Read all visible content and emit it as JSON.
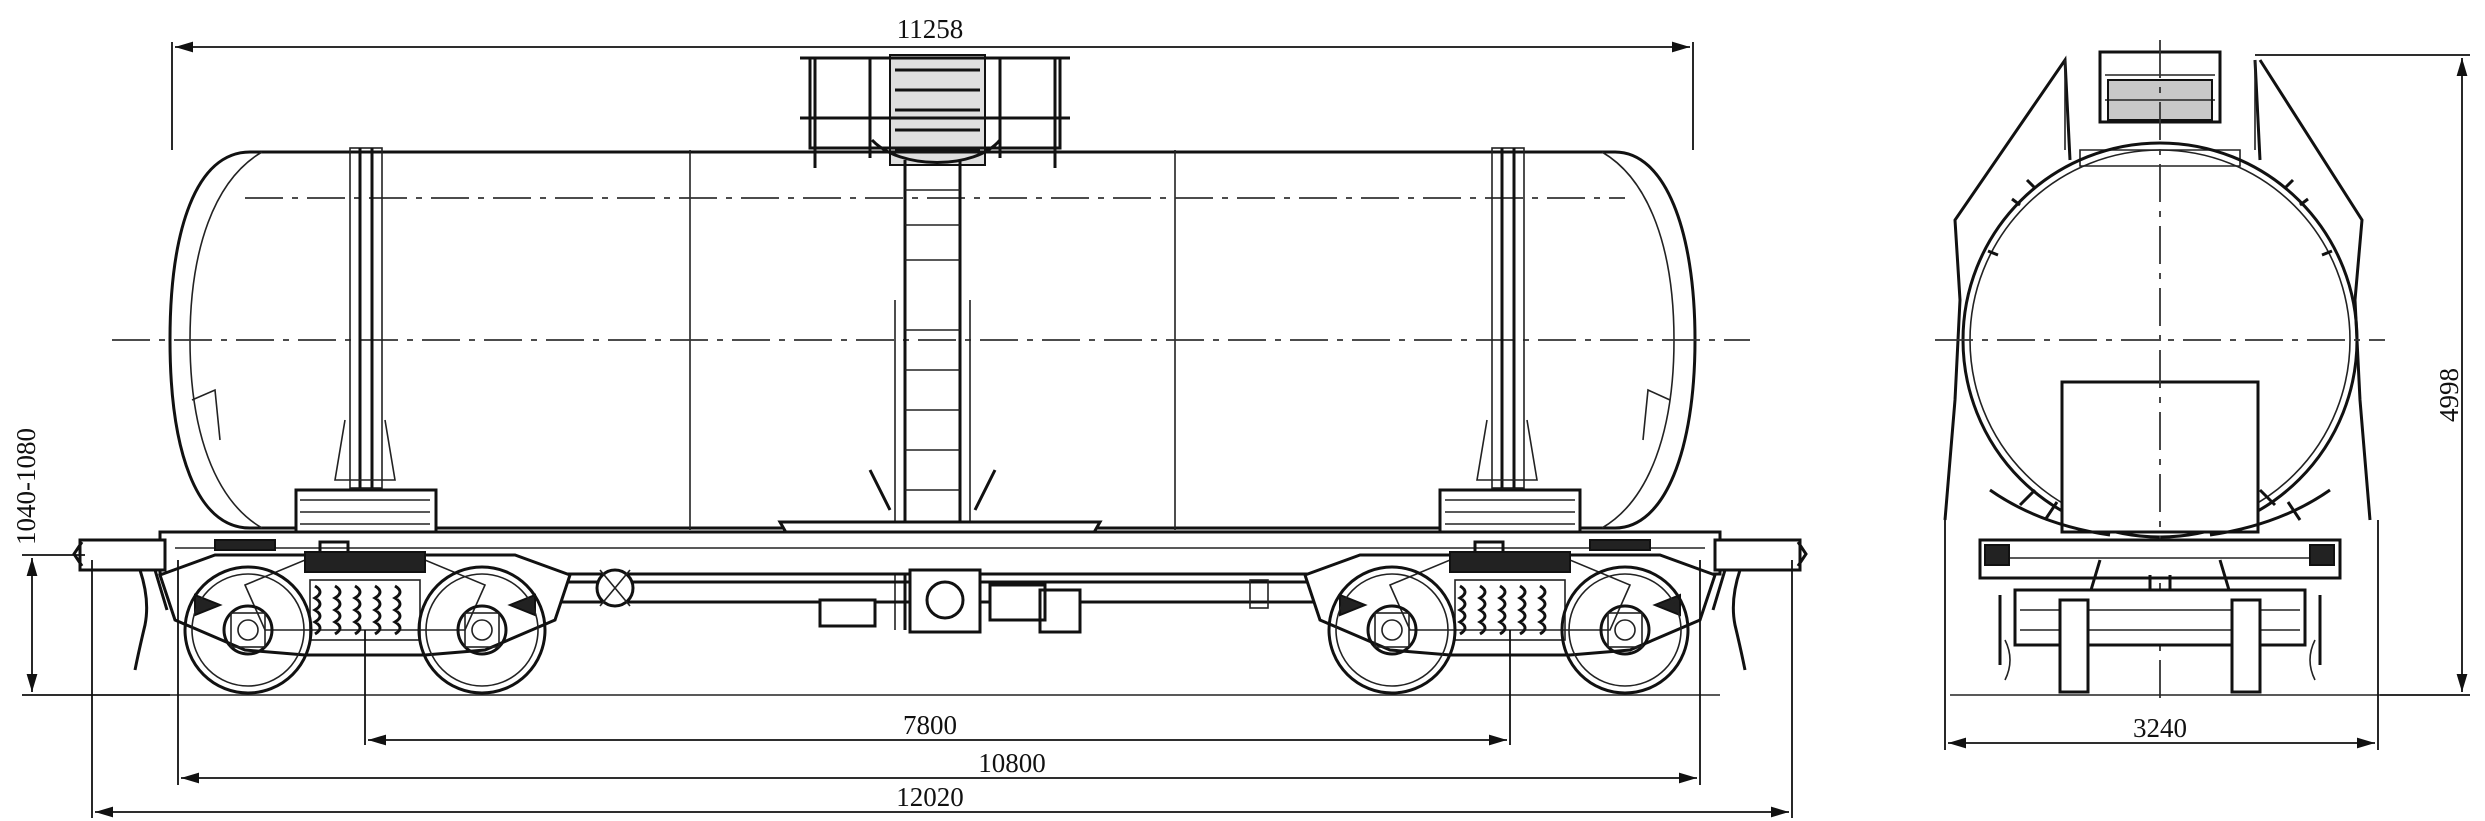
{
  "dimensions": {
    "total_length": "11258",
    "bogie_pivot_distance": "7800",
    "base_length": "10800",
    "length_over_couplers": "12020",
    "coupler_height": "1040-1080",
    "width": "3240",
    "height": "4998"
  }
}
